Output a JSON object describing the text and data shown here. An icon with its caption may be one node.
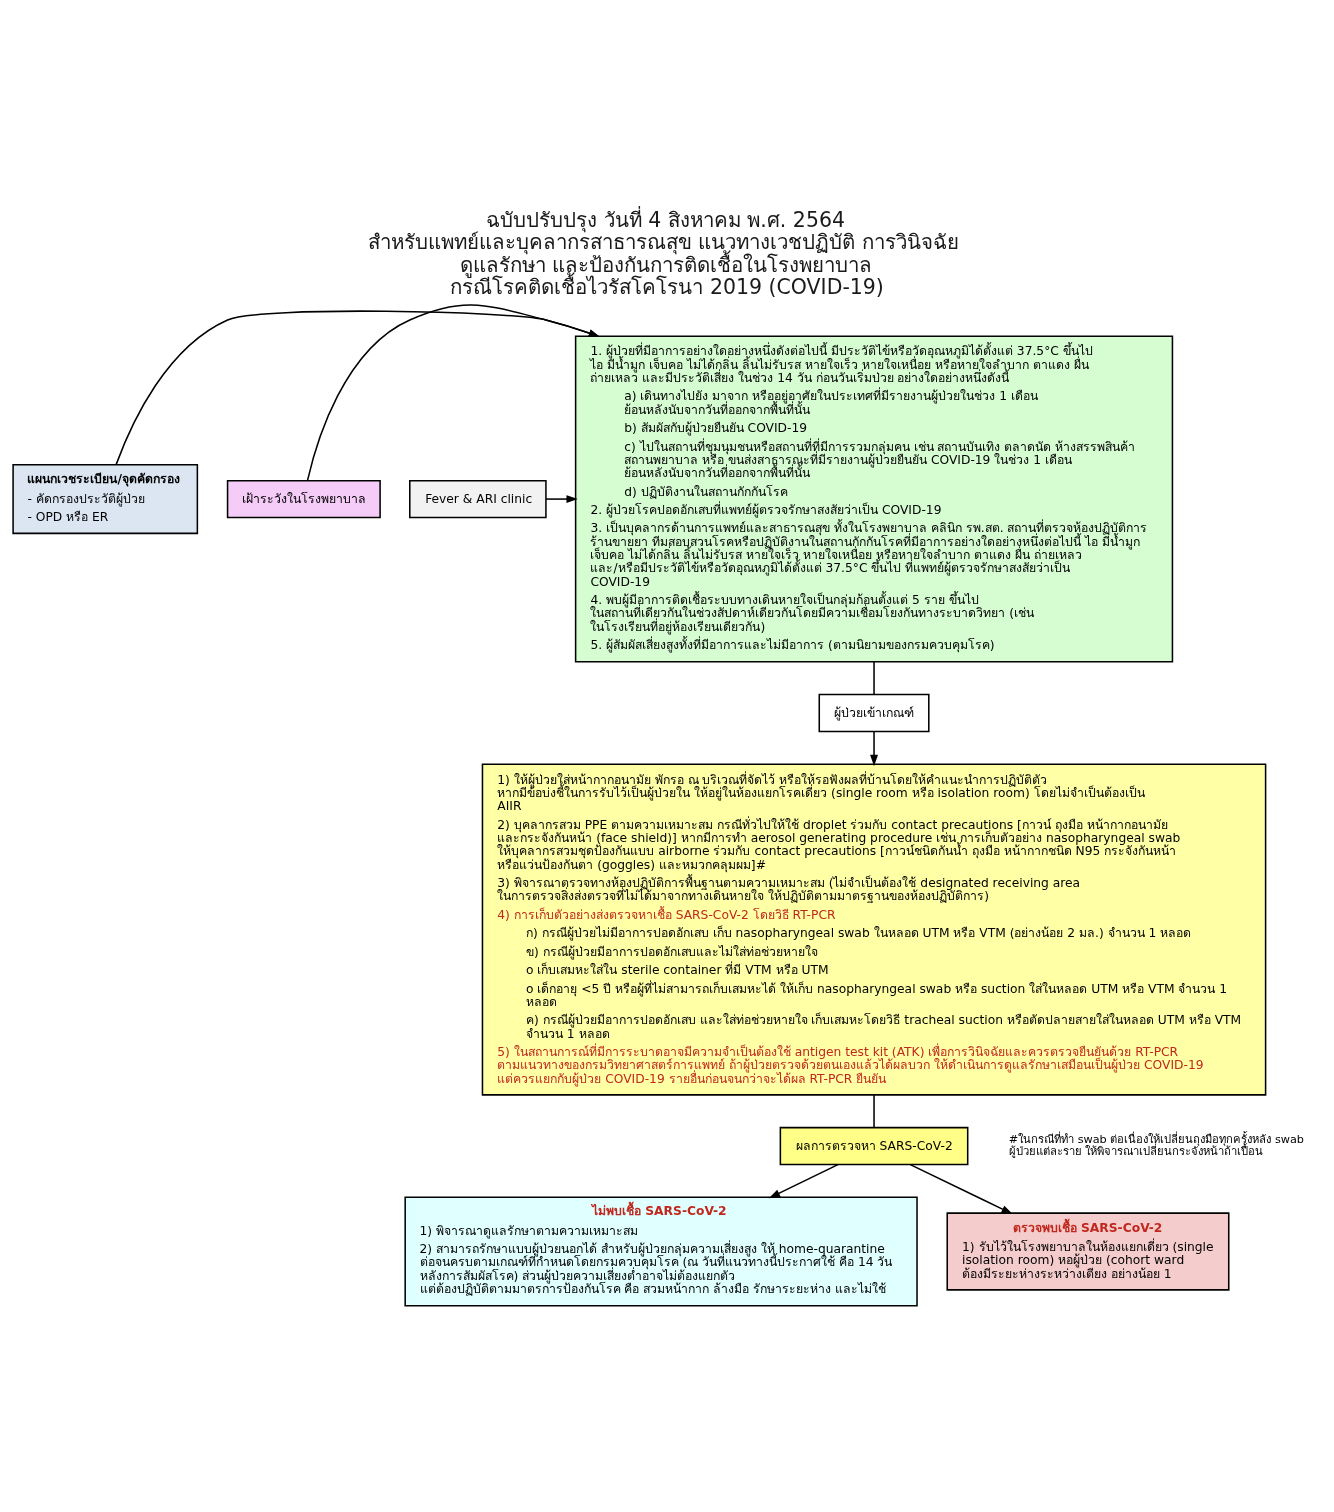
{
  "diagram": {
    "title": "ฉบับปรับปรุง วันที่ 4 สิงหาคม พ.ศ. 2564 สำหรับแพทย์และบุคลากรสาธารณสุข แนวทางเวชปฏิบัติ การวินิจฉัย ดูแลรักษา และป้องกันการติดเชื้อในโรงพยาบาล กรณีโรคติดเชื้อไวรัสโคโรนา 2019 (COVID-19)",
    "nodes": [
      {
        "text": [
          "แผนกเวชระเบียน/จุดคัดกรอง",
          "- คัดกรองประวัติผู้ป่วย",
          "- OPD หรือ ER"
        ]
      },
      {
        "text": [
          "เฝ้าระวังในโรงพยาบาล"
        ]
      },
      {
        "text": [
          "Fever & ARI clinic"
        ]
      },
      {
        "text": [
          "1. ผู้ป่วยที่มีอาการอย่างใดอย่างหนึ่งดังต่อไปนี้ มีประวัติไข้หรือวัดอุณหภูมิได้ตั้งแต่ 37.5°C ขึ้นไป ไอ มีน้ำมูก เจ็บคอ ไม่ได้กลิ่น ลิ้นไม่รับรส หายใจเร็ว หายใจเหนื่อย หรือหายใจลำบาก ตาแดง ผื่น ถ่ายเหลว และมีประวัติเสี่ยง ในช่วง 14 วัน ก่อนวันเริ่มป่วย อย่างใดอย่างหนึ่งดังนี้",
          "a) เดินทางไปยัง มาจาก หรืออยู่อาศัยในประเทศที่มีรายงานผู้ป่วยในช่วง 1 เดือน ย้อนหลังนับจากวันที่ออกจากพื้นที่นั้น",
          "b) สัมผัสกับผู้ป่วยยืนยัน COVID-19",
          "c) ไปในสถานที่ชุมนุมชนหรือสถานที่ที่มีการรวมกลุ่มคน เช่น สถานบันเทิง ตลาดนัด ห้างสรรพสินค้า สถานพยาบาล หรือ ขนส่งสาธารณะที่มีรายงานผู้ป่วยยืนยัน COVID-19 ในช่วง 1 เดือน ย้อนหลังนับจากวันที่ออกจากพื้นที่นั้น",
          "d) ปฏิบัติงานในสถานกักกันโรค",
          "2. ผู้ป่วยโรคปอดอักเสบที่แพทย์ผู้ตรวจรักษาสงสัยว่าเป็น COVID-19",
          "3. เป็นบุคลากรด้านการแพทย์และสาธารณสุข ทั้งในโรงพยาบาล คลินิก รพ.สต. สถานที่ตรวจห้องปฏิบัติการ ร้านขายยา ทีมสอบสวนโรคหรือปฏิบัติงานในสถานกักกันโรคที่มีอาการอย่างใดอย่างหนึ่งต่อไปนี้ ไอ มีน้ำมูก เจ็บคอ ไม่ได้กลิ่น ลิ้นไม่รับรส หายใจเร็ว หายใจเหนื่อย หรือหายใจลำบาก ตาแดง ผื่น ถ่ายเหลว และ/หรือมีประวัติไข้หรือวัดอุณหภูมิได้ตั้งแต่ 37.5°C ขึ้นไป ที่แพทย์ผู้ตรวจรักษาสงสัยว่าเป็น COVID-19",
          "4. พบผู้มีอาการติดเชื้อระบบทางเดินหายใจเป็นกลุ่มก้อนตั้งแต่ 5 ราย ขึ้นไป ในสถานที่เดียวกันในช่วงสัปดาห์เดียวกันโดยมีความเชื่อมโยงกันทางระบาดวิทยา (เช่น ในโรงเรียนที่อยู่ห้องเรียนเดียวกัน)",
          "5. ผู้สัมผัสเสี่ยงสูงทั้งที่มีอาการและไม่มีอาการ (ตามนิยามของกรมควบคุมโรค)"
        ]
      },
      {
        "text": [
          "ผู้ป่วยเข้าเกณฑ์"
        ]
      },
      {
        "text": [
          "1) ให้ผู้ป่วยใส่หน้ากากอนามัย พักรอ ณ บริเวณที่จัดไว้ หรือให้รอฟังผลที่บ้านโดยให้คำแนะนำการปฏิบัติตัว หากมีข้อบ่งชี้ในการรับไว้เป็นผู้ป่วยใน ให้อยู่ในห้องแยกโรคเดี่ยว (single room หรือ isolation room) โดยไม่จำเป็นต้องเป็น AIIR",
          "2) บุคลากรสวม PPE ตามความเหมาะสม กรณีทั่วไปให้ใช้ droplet ร่วมกับ contact precautions [กาวน์ ถุงมือ หน้ากากอนามัย และกระจังกันหน้า (face shield)] หากมีการทำ aerosol generating procedure เช่น การเก็บตัวอย่าง nasopharyngeal swab ให้บุคลากรสวมชุดป้องกันแบบ airborne ร่วมกับ contact precautions [กาวน์ชนิดกันน้ำ ถุงมือ หน้ากากชนิด N95 กระจังกันหน้า หรือแว่นป้องกันตา (goggles) และหมวกคลุมผม]#",
          "3) พิจารณาตรวจทางห้องปฏิบัติการพื้นฐานตามความเหมาะสม (ไม่จำเป็นต้องใช้ designated receiving area ในการตรวจสิ่งส่งตรวจที่ไม่ได้มาจากทางเดินหายใจ ให้ปฏิบัติตามมาตรฐานของห้องปฏิบัติการ)",
          "4) การเก็บตัวอย่างส่งตรวจหาเชื้อ SARS-CoV-2 โดยวิธี RT-PCR",
          "ก) กรณีผู้ป่วยไม่มีอาการปอดอักเสบ เก็บ nasopharyngeal swab ในหลอด UTM หรือ VTM (อย่างน้อย 2 มล.) จำนวน 1 หลอด",
          "ข) กรณีผู้ป่วยมีอาการปอดอักเสบและไม่ใส่ท่อช่วยหายใจ",
          "o เก็บเสมหะใส่ใน sterile container ที่มี VTM หรือ UTM",
          "o เด็กอายุ <5 ปี หรือผู้ที่ไม่สามารถเก็บเสมหะได้ ให้เก็บ nasopharyngeal swab หรือ suction ใส่ในหลอด UTM หรือ VTM จำนวน 1 หลอด",
          "ค) กรณีผู้ป่วยมีอาการปอดอักเสบ และใส่ท่อช่วยหายใจ เก็บเสมหะโดยวิธี tracheal suction หรือตัดปลายสายใส่ในหลอด UTM หรือ VTM จำนวน 1 หลอด",
          "5) ในสถานการณ์ที่มีการระบาดอาจมีความจำเป็นต้องใช้ antigen test kit (ATK) เพื่อการวินิจฉัยและควรตรวจยืนยันด้วย RT-PCR ตามแนวทางของกรมวิทยาศาสตร์การแพทย์ ถ้าผู้ป่วยตรวจด้วยตนเองแล้วได้ผลบวก ให้ดำเนินการดูแลรักษาเสมือนเป็นผู้ป่วย COVID-19 แต่ควรแยกกับผู้ป่วย COVID-19 รายอื่นก่อนจนกว่าจะได้ผล RT-PCR ยืนยัน"
        ]
      },
      {
        "text": [
          "ผลการตรวจหา SARS-CoV-2"
        ]
      },
      {
        "text": [
          "ไม่พบเชื้อ SARS-CoV-2",
          "1) พิจารณาดูแลรักษาตามความเหมาะสม",
          "2) สามารถรักษาแบบผู้ป่วยนอกได้ สำหรับผู้ป่วยกลุ่มความเสี่ยงสูง ให้ home-quarantine ต่อจนครบตามเกณฑ์ที่กำหนดโดยกรมควบคุมโรค (ณ วันที่แนวทางนี้ประกาศใช้ คือ 14 วัน หลังการสัมผัสโรค) ส่วนผู้ป่วยความเสี่ยงต่ำอาจไม่ต้องแยกตัว แต่ต้องปฏิบัติตามมาตรการป้องกันโรค คือ สวมหน้ากาก ล้างมือ รักษาระยะห่าง และไม่ใช้"
        ]
      },
      {
        "text": [
          "ตรวจพบเชื้อ SARS-CoV-2",
          "1) รับไว้ในโรงพยาบาลในห้องแยกเดี่ยว (single isolation room) หอผู้ป่วย (cohort ward ต้องมีระยะห่างระหว่างเตียง อย่างน้อย 1"
        ]
      }
    ],
    "edges": [
      {
        "from": 0,
        "to": 3,
        "arrow": "to"
      },
      {
        "from": 1,
        "to": 3,
        "arrow": "to"
      },
      {
        "from": 2,
        "to": 3,
        "arrow": "to"
      },
      {
        "from": 3,
        "to": 4,
        "arrow": "none"
      },
      {
        "from": 4,
        "to": 5,
        "arrow": "to"
      },
      {
        "from": 5,
        "to": 6,
        "arrow": "none"
      },
      {
        "from": 6,
        "to": 7,
        "arrow": "to"
      },
      {
        "from": 6,
        "to": 8,
        "arrow": "to"
      }
    ],
    "labels": [
      "#ในกรณีที่ทำ swab ต่อเนื่องให้เปลี่ยนถุงมือทุกครั้งหลัง swab ผู้ป่วยแต่ละราย ให้พิจารณาเปลี่ยนกระจังหน้าถ้าเปื้อน"
    ]
  }
}
